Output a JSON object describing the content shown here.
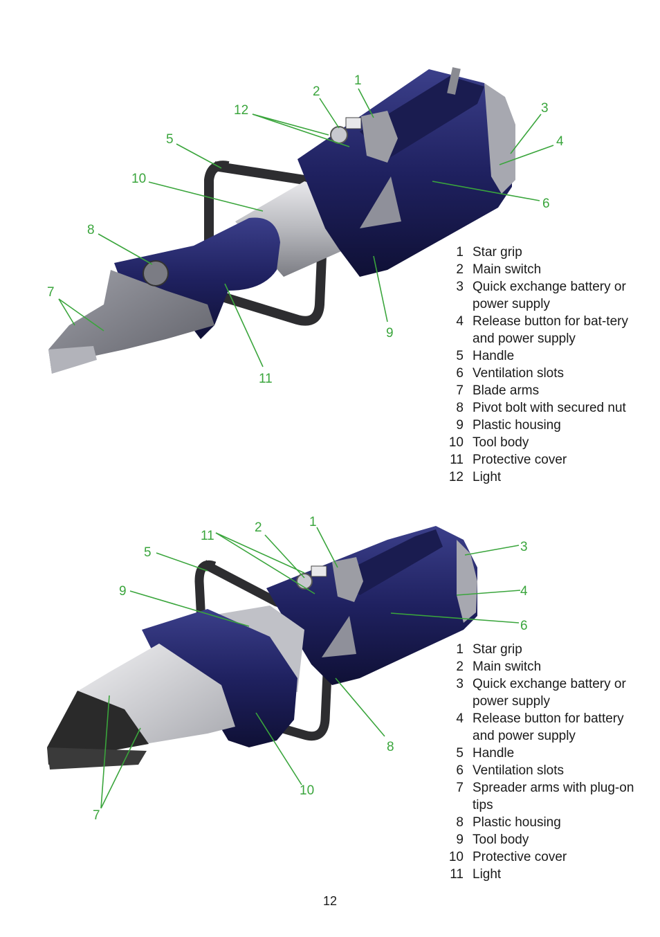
{
  "figure_top": {
    "callouts": [
      "1",
      "2",
      "3",
      "4",
      "5",
      "6",
      "7",
      "8",
      "9",
      "10",
      "11",
      "12"
    ],
    "legend": [
      {
        "num": "1",
        "text": "Star grip"
      },
      {
        "num": "2",
        "text": "Main switch"
      },
      {
        "num": "3",
        "text": "Quick exchange battery or power supply"
      },
      {
        "num": "4",
        "text": "Release button for bat-tery and power supply"
      },
      {
        "num": "5",
        "text": "Handle"
      },
      {
        "num": "6",
        "text": "Ventilation slots"
      },
      {
        "num": "7",
        "text": "Blade arms"
      },
      {
        "num": "8",
        "text": "Pivot bolt with secured nut"
      },
      {
        "num": "9",
        "text": "Plastic housing"
      },
      {
        "num": "10",
        "text": "Tool body"
      },
      {
        "num": "11",
        "text": "Protective cover"
      },
      {
        "num": "12",
        "text": "Light"
      }
    ]
  },
  "figure_bottom": {
    "callouts": [
      "1",
      "2",
      "3",
      "4",
      "5",
      "6",
      "7",
      "8",
      "9",
      "10",
      "11"
    ],
    "legend": [
      {
        "num": "1",
        "text": "Star grip"
      },
      {
        "num": "2",
        "text": "Main switch"
      },
      {
        "num": "3",
        "text": "Quick exchange battery or power supply"
      },
      {
        "num": "4",
        "text": "Release button for battery and power supply"
      },
      {
        "num": "5",
        "text": "Handle"
      },
      {
        "num": "6",
        "text": "Ventilation slots"
      },
      {
        "num": "7",
        "text": "Spreader arms with plug-on tips"
      },
      {
        "num": "8",
        "text": "Plastic housing"
      },
      {
        "num": "9",
        "text": "Tool body"
      },
      {
        "num": "10",
        "text": "Protective cover"
      },
      {
        "num": "11",
        "text": "Light"
      }
    ]
  },
  "page_number": "12",
  "colors": {
    "callout": "#3aa53c",
    "housing": "#1f2160",
    "metal": "#c9c9cc",
    "dark_blade": "#2a2a2a"
  }
}
